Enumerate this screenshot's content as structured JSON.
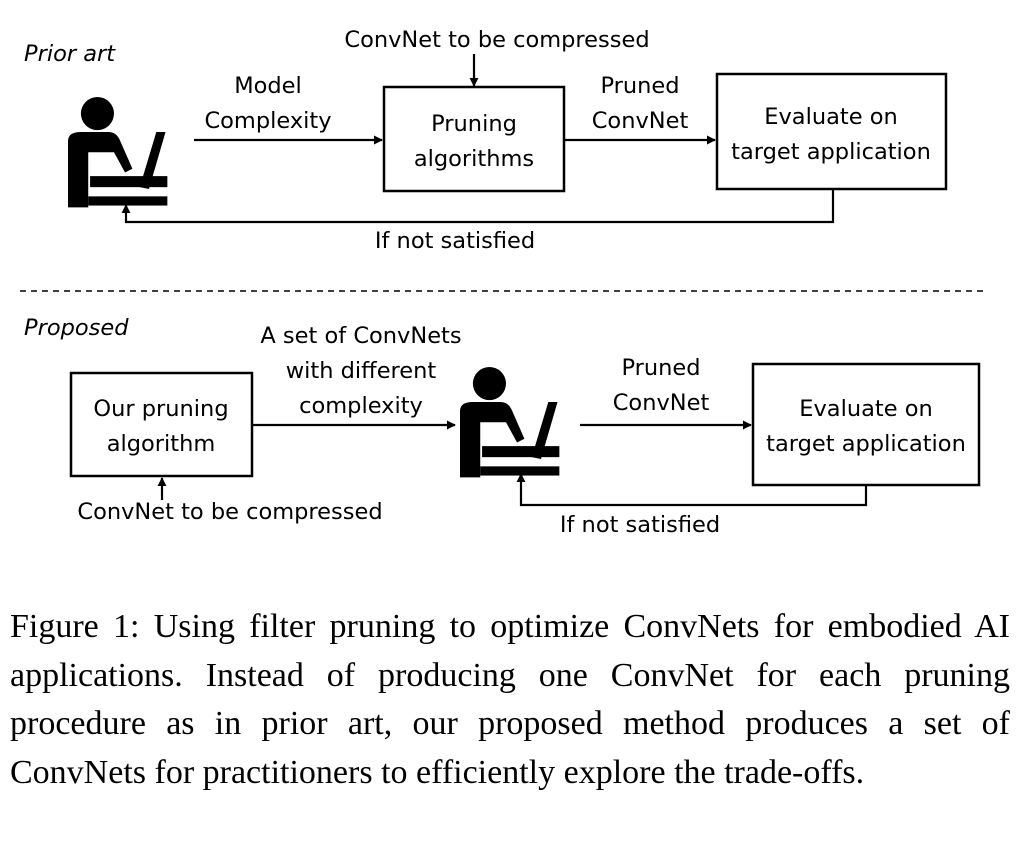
{
  "prior": {
    "section_label": "Prior art",
    "input_label": "ConvNet to be compressed",
    "model_complexity_line1": "Model",
    "model_complexity_line2": "Complexity",
    "algo_line1": "Pruning",
    "algo_line2": "algorithms",
    "pruned_line1": "Pruned",
    "pruned_line2": "ConvNet",
    "eval_line1": "Evaluate on",
    "eval_line2": "target application",
    "feedback": "If not satisfied"
  },
  "proposed": {
    "section_label": "Proposed",
    "algo_line1": "Our pruning",
    "algo_line2": "algorithm",
    "set_line1": "A set of ConvNets",
    "set_line2": "with different",
    "set_line3": "complexity",
    "pruned_line1": "Pruned",
    "pruned_line2": "ConvNet",
    "eval_line1": "Evaluate on",
    "eval_line2": "target application",
    "input_label": "ConvNet to be compressed",
    "feedback": "If not satisfied"
  },
  "icons": [
    "person-at-laptop-icon"
  ],
  "caption": "Figure 1: Using filter pruning to optimize ConvNets for embodied AI applications. Instead of producing one ConvNet for each pruning procedure as in prior art, our proposed method produces a set of ConvNets for practitioners to efficiently explore the trade-offs."
}
